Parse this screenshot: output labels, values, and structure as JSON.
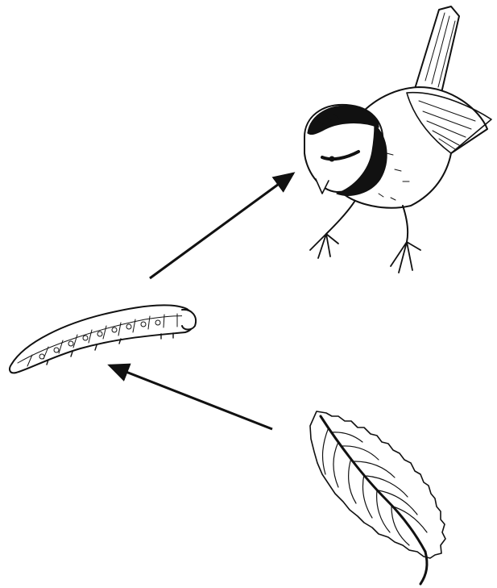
{
  "diagram": {
    "type": "food-chain",
    "nodes": [
      {
        "id": "leaf",
        "icon": "leaf-icon"
      },
      {
        "id": "caterpillar",
        "icon": "caterpillar-icon"
      },
      {
        "id": "bird",
        "icon": "bird-icon"
      }
    ],
    "edges": [
      {
        "from": "leaf",
        "to": "caterpillar"
      },
      {
        "from": "caterpillar",
        "to": "bird"
      }
    ],
    "colors": {
      "ink": "#111111",
      "background": "#ffffff"
    }
  }
}
